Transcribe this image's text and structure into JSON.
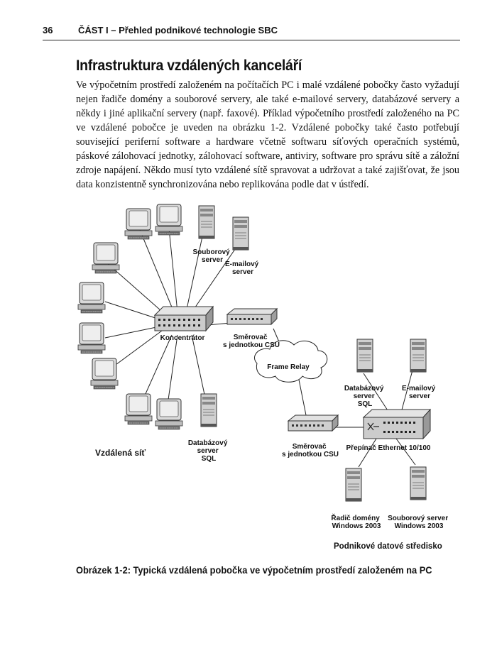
{
  "header": {
    "page_number": "36",
    "running_title": "ČÁST I – Přehled podnikové technologie SBC"
  },
  "section_title": "Infrastruktura vzdálených kanceláří",
  "body_paragraph": "Ve výpočetním prostředí založeném na počítačích PC i malé vzdálené pobočky často vyžadují nejen řadiče domény a souborové servery, ale také e-mailové servery, databázové servery a někdy i jiné aplikační servery (např. faxové). Příklad výpočetního prostředí založeného na PC ve vzdálené pobočce je uveden na obrázku 1-2. Vzdálené pobočky také často potřebují související periferní software a hardware včetně softwaru síťových operačních systémů, páskové zálohovací jednotky, zálohovací software, antiviry, software pro správu sítě a záložní zdroje napájení. Někdo musí tyto vzdálené sítě spravovat a udržovat a také zajišťovat, že jsou data konzistentně synchronizována nebo replikována podle dat v ústředí.",
  "figure": {
    "labels": {
      "file_server_remote": [
        "Souborový",
        "server"
      ],
      "email_server_remote": [
        "E-mailový",
        "server"
      ],
      "hub": "Koncentrátor",
      "router_remote": [
        "Směrovač",
        "s jednotkou CSU"
      ],
      "cloud": "Frame Relay",
      "db_server_remote": [
        "Databázový",
        "server",
        "SQL"
      ],
      "remote_network": "Vzdálená síť",
      "router_dc": [
        "Směrovač",
        "s jednotkou CSU"
      ],
      "switch": "Přepínač Ethernet 10/100",
      "db_server_dc": [
        "Databázový",
        "server",
        "SQL"
      ],
      "email_server_dc": [
        "E-mailový",
        "server"
      ],
      "dc_server": [
        "Řadič domény",
        "Windows 2003"
      ],
      "file_server_dc": [
        "Souborový server",
        "Windows 2003"
      ],
      "datacenter": "Podnikové datové středisko"
    }
  },
  "caption": "Obrázek 1-2: Typická vzdálená pobočka ve výpočetním prostředí založeném na PC"
}
